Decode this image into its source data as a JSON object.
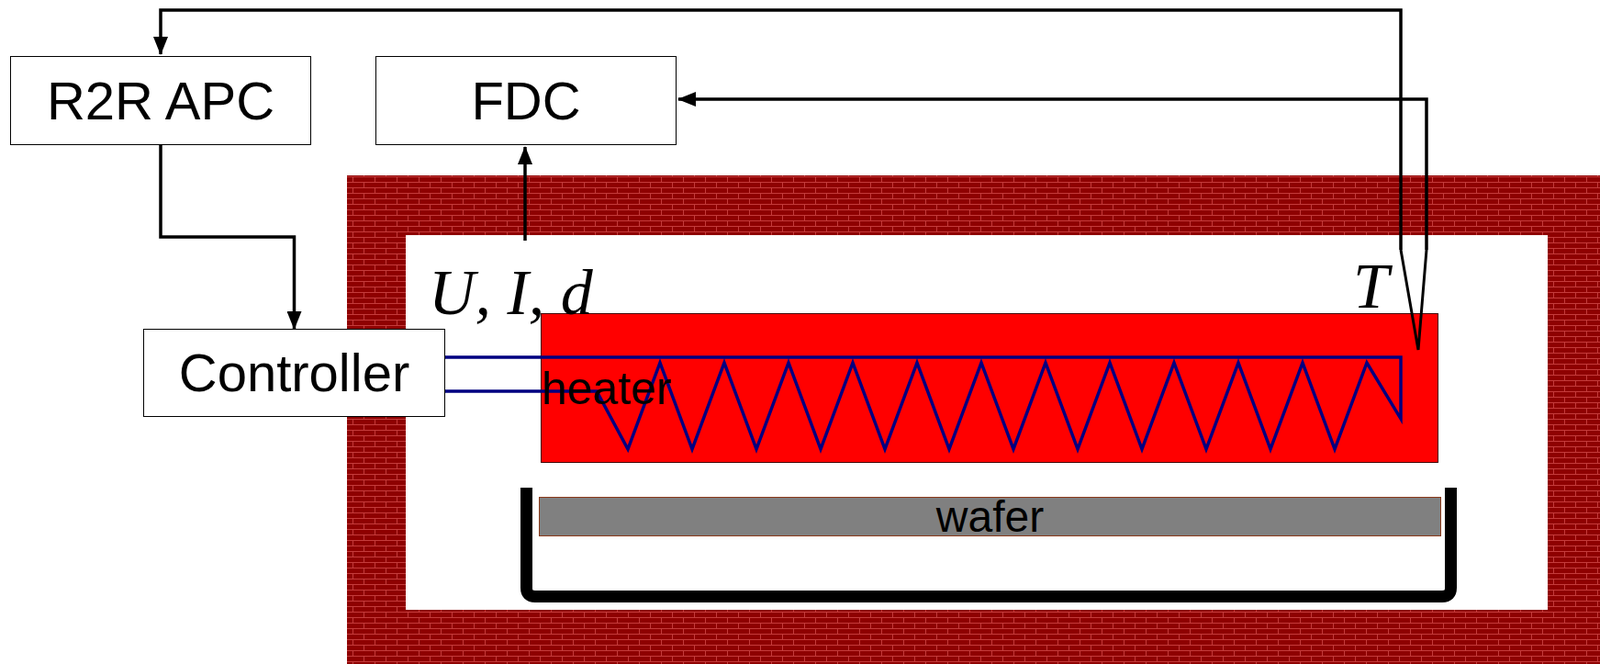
{
  "diagram": {
    "nodes": [
      {
        "text": [
          "R2R APC"
        ]
      },
      {
        "text": [
          "FDC"
        ]
      },
      {
        "text": [
          "Controller"
        ]
      },
      {
        "text": [
          "heater"
        ]
      },
      {
        "text": [
          "wafer"
        ]
      }
    ],
    "edges": [
      {
        "from": 0,
        "to": 2,
        "arrow": "to"
      }
    ],
    "labels": [
      "U, I, d",
      "T"
    ]
  }
}
